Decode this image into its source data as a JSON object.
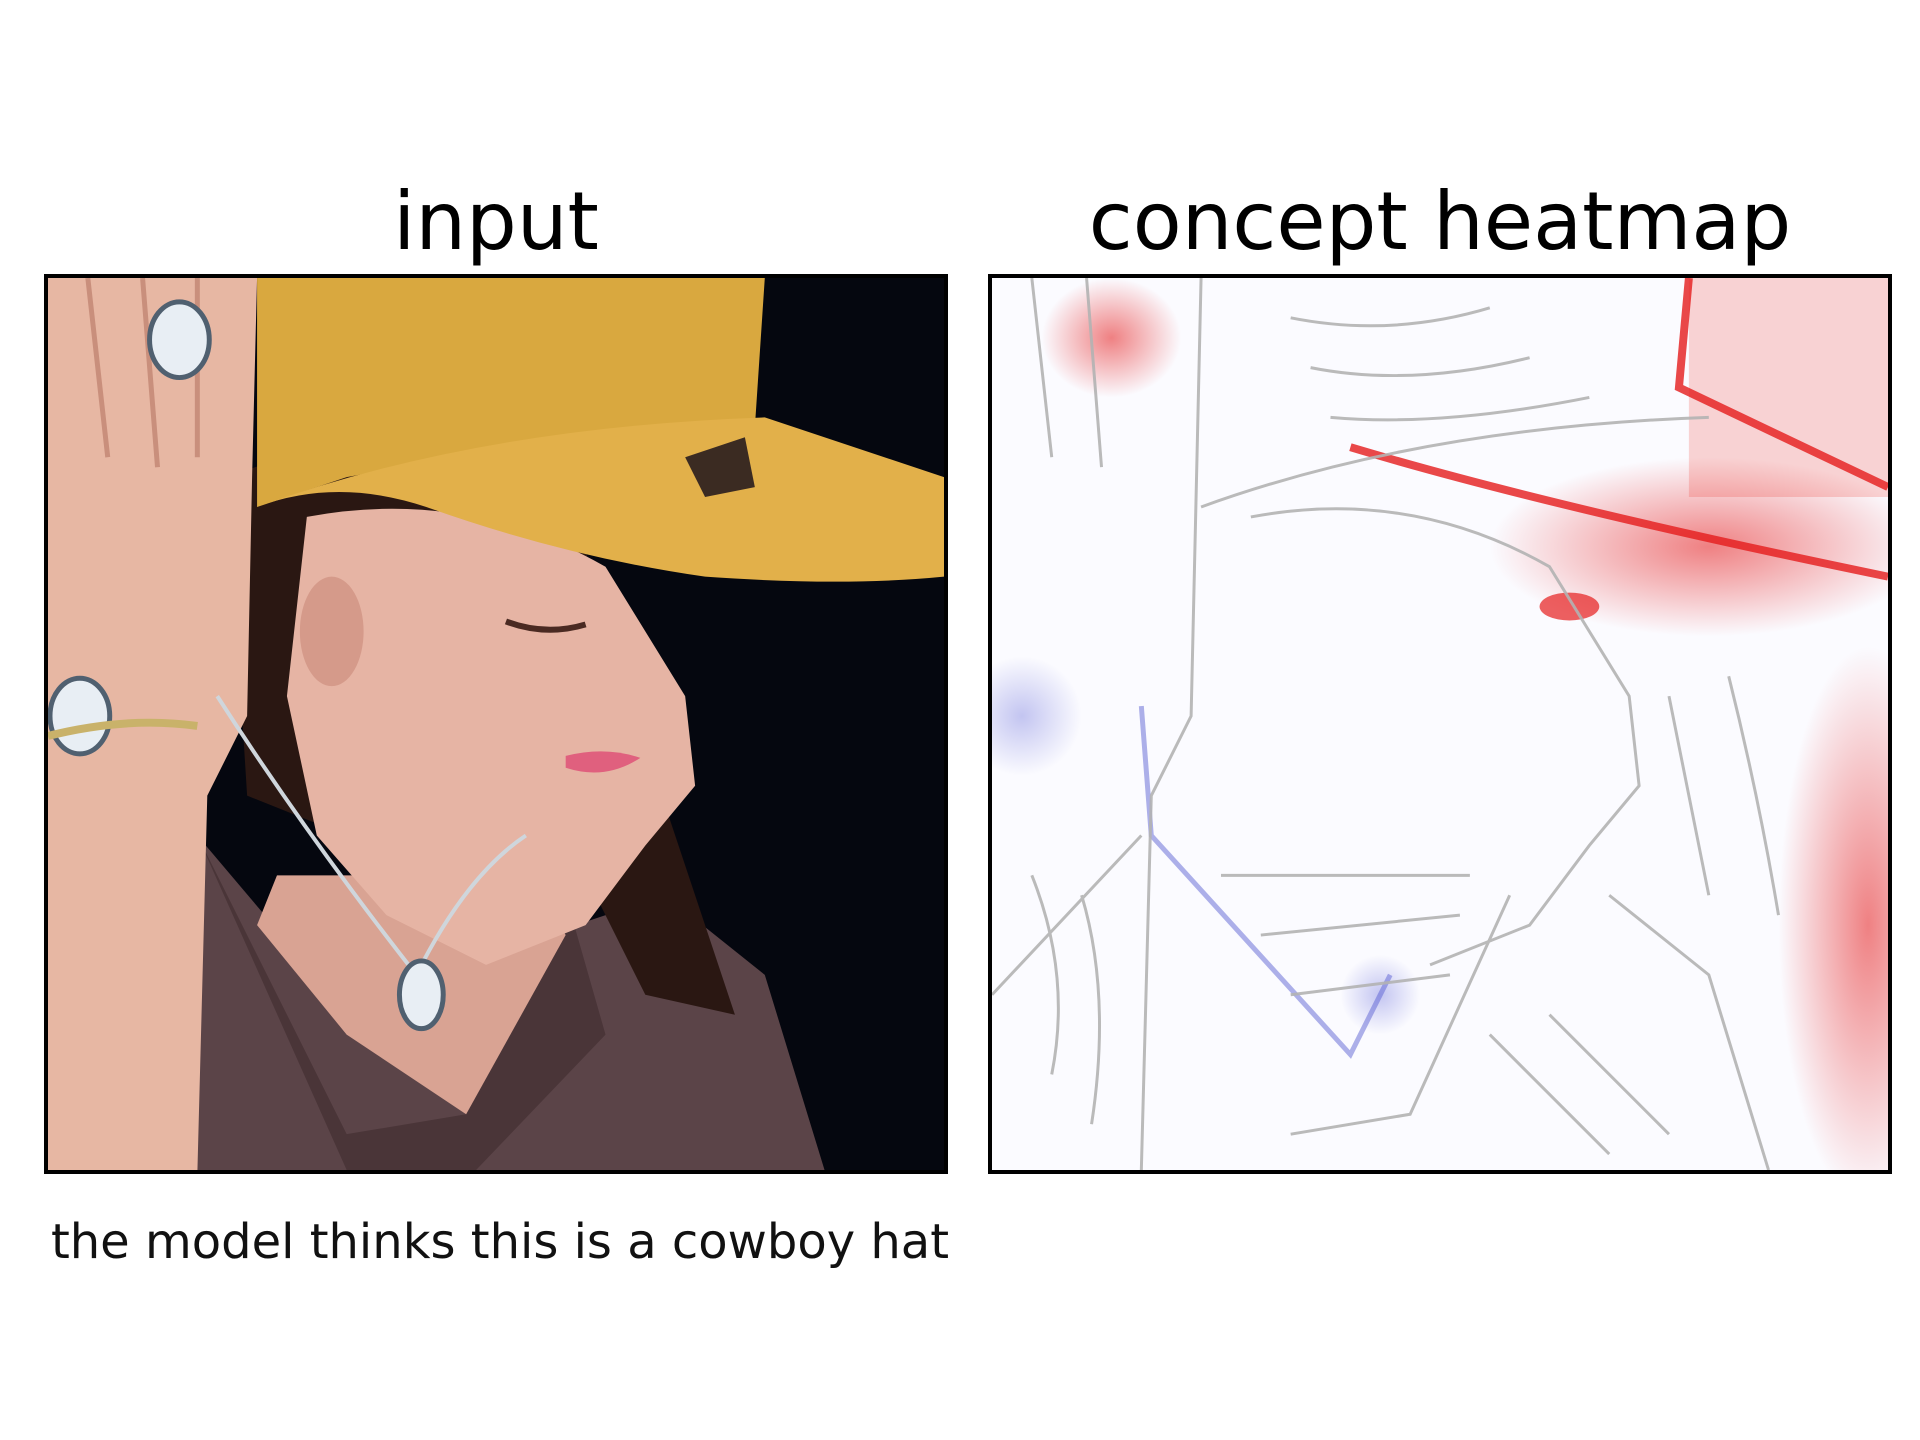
{
  "panels": {
    "input": {
      "title": "input"
    },
    "heatmap": {
      "title": "concept heatmap"
    }
  },
  "caption": "the model thinks this is a cowboy hat",
  "colors": {
    "background": "#ffffff",
    "frame": "#000000",
    "hat": "#d9a83f",
    "shirt": "#5b4448",
    "skin": "#e6b4a4",
    "backdrop": "#05070f",
    "heat_positive": "#e51c1c",
    "heat_negative": "#5a5fd6",
    "edge_lines": "#b3b3b3"
  }
}
